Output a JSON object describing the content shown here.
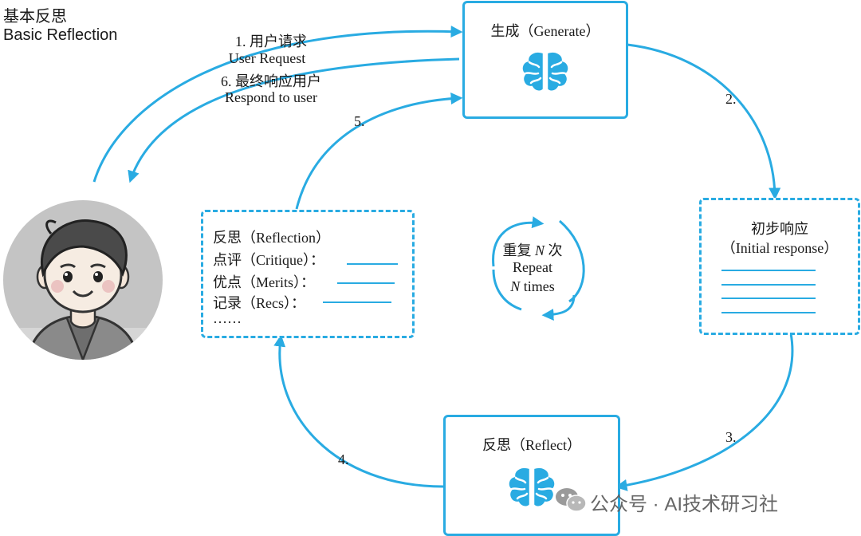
{
  "title": {
    "zh": "基本反思",
    "en": "Basic Reflection"
  },
  "edges": {
    "step1_zh": "1. 用户请求",
    "step1_en": "User Request",
    "step6_zh": "6. 最终响应用户",
    "step6_en": "Respond to user",
    "step2": "2.",
    "step3": "3.",
    "step4": "4.",
    "step5": "5."
  },
  "generate": {
    "label": "生成（Generate）"
  },
  "initial_response": {
    "label_zh": "初步响应",
    "label_en": "（Initial response）"
  },
  "reflect": {
    "label": "反思（Reflect）"
  },
  "reflection": {
    "title": "反思（Reflection）",
    "critique": "点评（Critique）：",
    "merits": "优点（Merits）：",
    "recs": "记录（Recs）：",
    "ellipsis": "……"
  },
  "repeat": {
    "zh_prefix": "重复 ",
    "n1": "N",
    "zh_suffix": " 次",
    "en1": "Repeat",
    "n2": "N",
    "en2": " times"
  },
  "watermark": {
    "text": "公众号 · AI技术研习社"
  },
  "colors": {
    "accent": "#29abe2",
    "text": "#1a1a1a",
    "watermark": "#666666"
  },
  "icons": {
    "brain": "brain-icon",
    "user": "user-avatar-icon",
    "wechat": "wechat-icon"
  }
}
